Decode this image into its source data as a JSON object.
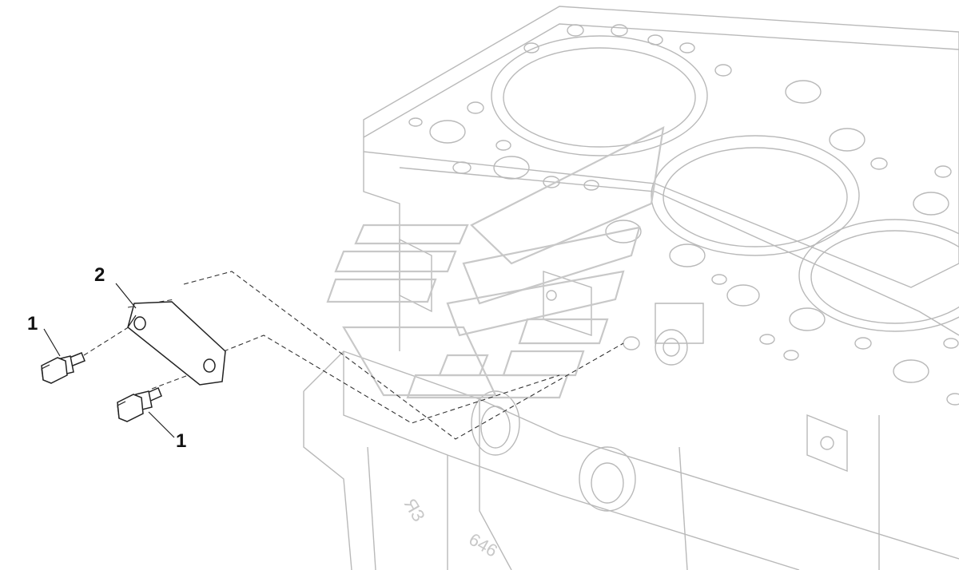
{
  "callouts": {
    "bolt_upper": "1",
    "plate": "2",
    "bolt_lower": "1"
  },
  "colors": {
    "engine_outline": "#b9b9b9",
    "part_outline": "#222222",
    "watermark": "#c8c8c8",
    "background": "#ffffff"
  }
}
